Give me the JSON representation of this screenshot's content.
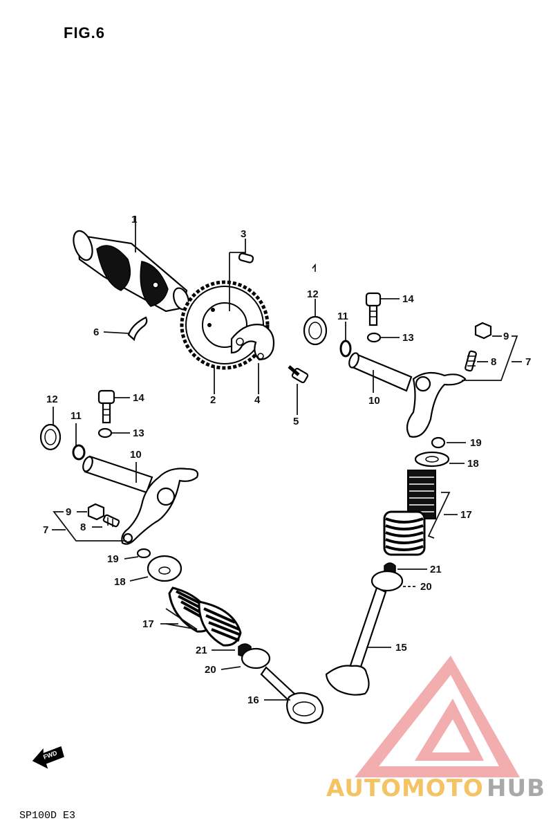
{
  "figure": {
    "title": "FIG.6"
  },
  "footer": {
    "model_code": "SP100D E3"
  },
  "fwd_arrow": {
    "text": "FWD"
  },
  "watermark": {
    "part1": "AUTOMOTO",
    "part2": "HUB",
    "color1": "#f2b94a",
    "color2": "#e64545",
    "color3": "#9a9a9a"
  },
  "callouts": {
    "c1": "1",
    "c2": "2",
    "c3": "3",
    "c4": "4",
    "c5": "5",
    "c6": "6",
    "c7a": "7",
    "c7b": "7",
    "c8a": "8",
    "c8b": "8",
    "c9a": "9",
    "c9b": "9",
    "c10a": "10",
    "c10b": "10",
    "c11a": "11",
    "c11b": "11",
    "c12a": "12",
    "c12b": "12",
    "c13a": "13",
    "c13b": "13",
    "c14a": "14",
    "c14b": "14",
    "c15": "15",
    "c16": "16",
    "c17a": "17",
    "c17b": "17",
    "c18a": "18",
    "c18b": "18",
    "c19a": "19",
    "c19b": "19",
    "c20a": "20",
    "c20b": "20",
    "c21a": "21",
    "c21b": "21"
  }
}
